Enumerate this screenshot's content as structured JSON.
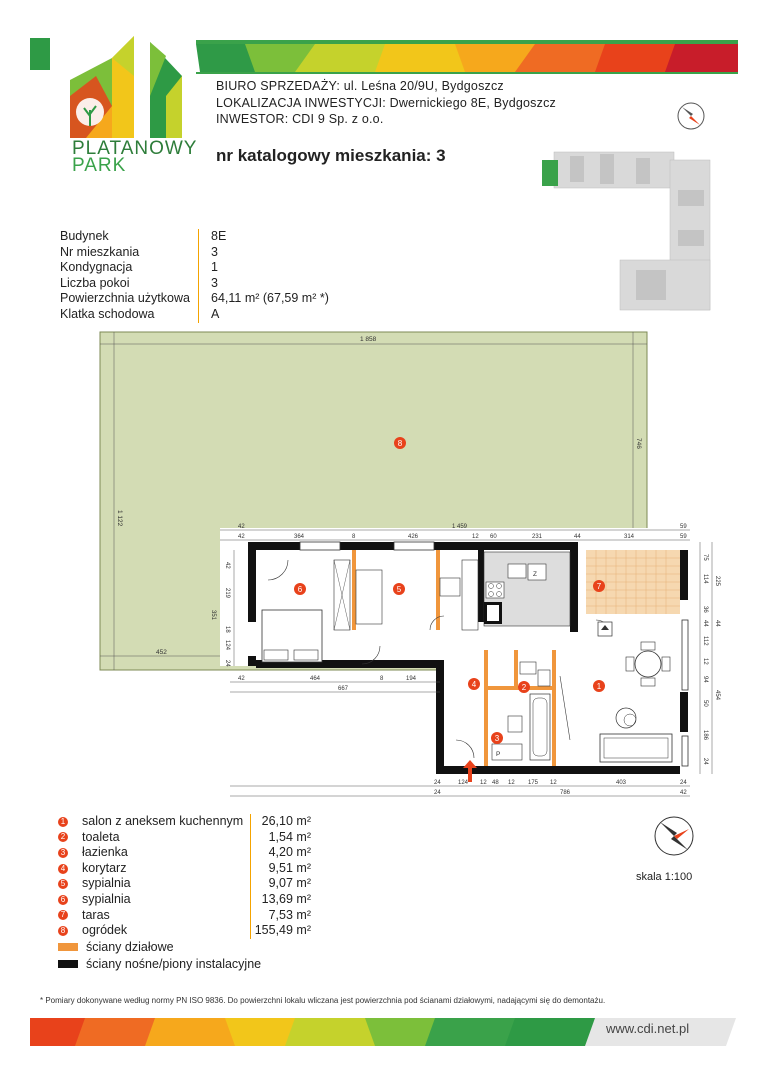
{
  "logo": {
    "line1": "PLATANOWY",
    "line2": "PARK"
  },
  "header": {
    "office": "BIURO SPRZEDAŻY:   ul. Leśna 20/9U, Bydgoszcz",
    "location": "LOKALIZACJA INWESTYCJI:  Dwernickiego 8E, Bydgoszcz",
    "investor": "INWESTOR:  CDI 9 Sp. z o.o.",
    "catalog": "nr katalogowy mieszkania: 3"
  },
  "info": [
    {
      "label": "Budynek",
      "value": "8E"
    },
    {
      "label": "Nr mieszkania",
      "value": "3"
    },
    {
      "label": "Kondygnacja",
      "value": "1"
    },
    {
      "label": "Liczba pokoi",
      "value": "3"
    },
    {
      "label": "Powierzchnia użytkowa",
      "value": "64,11 m² (67,59 m² *)"
    },
    {
      "label": "Klatka schodowa",
      "value": "A"
    }
  ],
  "rooms": [
    {
      "num": "1",
      "name": "salon z aneksem kuchennym",
      "area": "26,10 m²"
    },
    {
      "num": "2",
      "name": "toaleta",
      "area": "1,54 m²"
    },
    {
      "num": "3",
      "name": "łazienka",
      "area": "4,20 m²"
    },
    {
      "num": "4",
      "name": "korytarz",
      "area": "9,51 m²"
    },
    {
      "num": "5",
      "name": "sypialnia",
      "area": "9,07 m²"
    },
    {
      "num": "6",
      "name": "sypialnia",
      "area": "13,69 m²"
    },
    {
      "num": "7",
      "name": "taras",
      "area": "7,53 m²"
    },
    {
      "num": "8",
      "name": "ogródek",
      "area": "155,49 m²"
    }
  ],
  "walls": {
    "partition": "ściany działowe",
    "partition_color": "#f0963c",
    "load_bearing": "ściany nośne/piony instalacyjne",
    "load_bearing_color": "#111111"
  },
  "scale": "skala 1:100",
  "footnote": "* Pomiary dokonywane według normy PN ISO 9836. Do powierzchni lokalu wliczana jest powierzchnia pod ścianami działowymi, nadającymi się do demontażu.",
  "url": "www.cdi.net.pl",
  "dims": {
    "garden_width": "1 858",
    "garden_height_left": "1 122",
    "garden_height_right": "746",
    "top_total": "1 459",
    "top_left": "42",
    "top_right": "59",
    "top_segments": [
      "42",
      "364",
      "8",
      "426",
      "12",
      "60",
      "231",
      "44",
      "314",
      "59"
    ],
    "left_ext": "452",
    "left_segments": [
      "42",
      "219",
      "351",
      "18",
      "124",
      "24"
    ],
    "right_segments": [
      "75",
      "225",
      "114",
      "36",
      "44",
      "44",
      "112",
      "12",
      "94",
      "454",
      "50",
      "186",
      "24"
    ],
    "bottom_mid": [
      "42",
      "464",
      "8",
      "194"
    ],
    "bottom_mid_total": "667",
    "bottom_segments": [
      "24",
      "124",
      "12",
      "48",
      "12",
      "175",
      "12",
      "403",
      "24"
    ],
    "bottom_total": "786",
    "bottom_left": "24",
    "bottom_right": "42"
  },
  "fixtures": {
    "fridge": "Z",
    "washer": "P"
  }
}
